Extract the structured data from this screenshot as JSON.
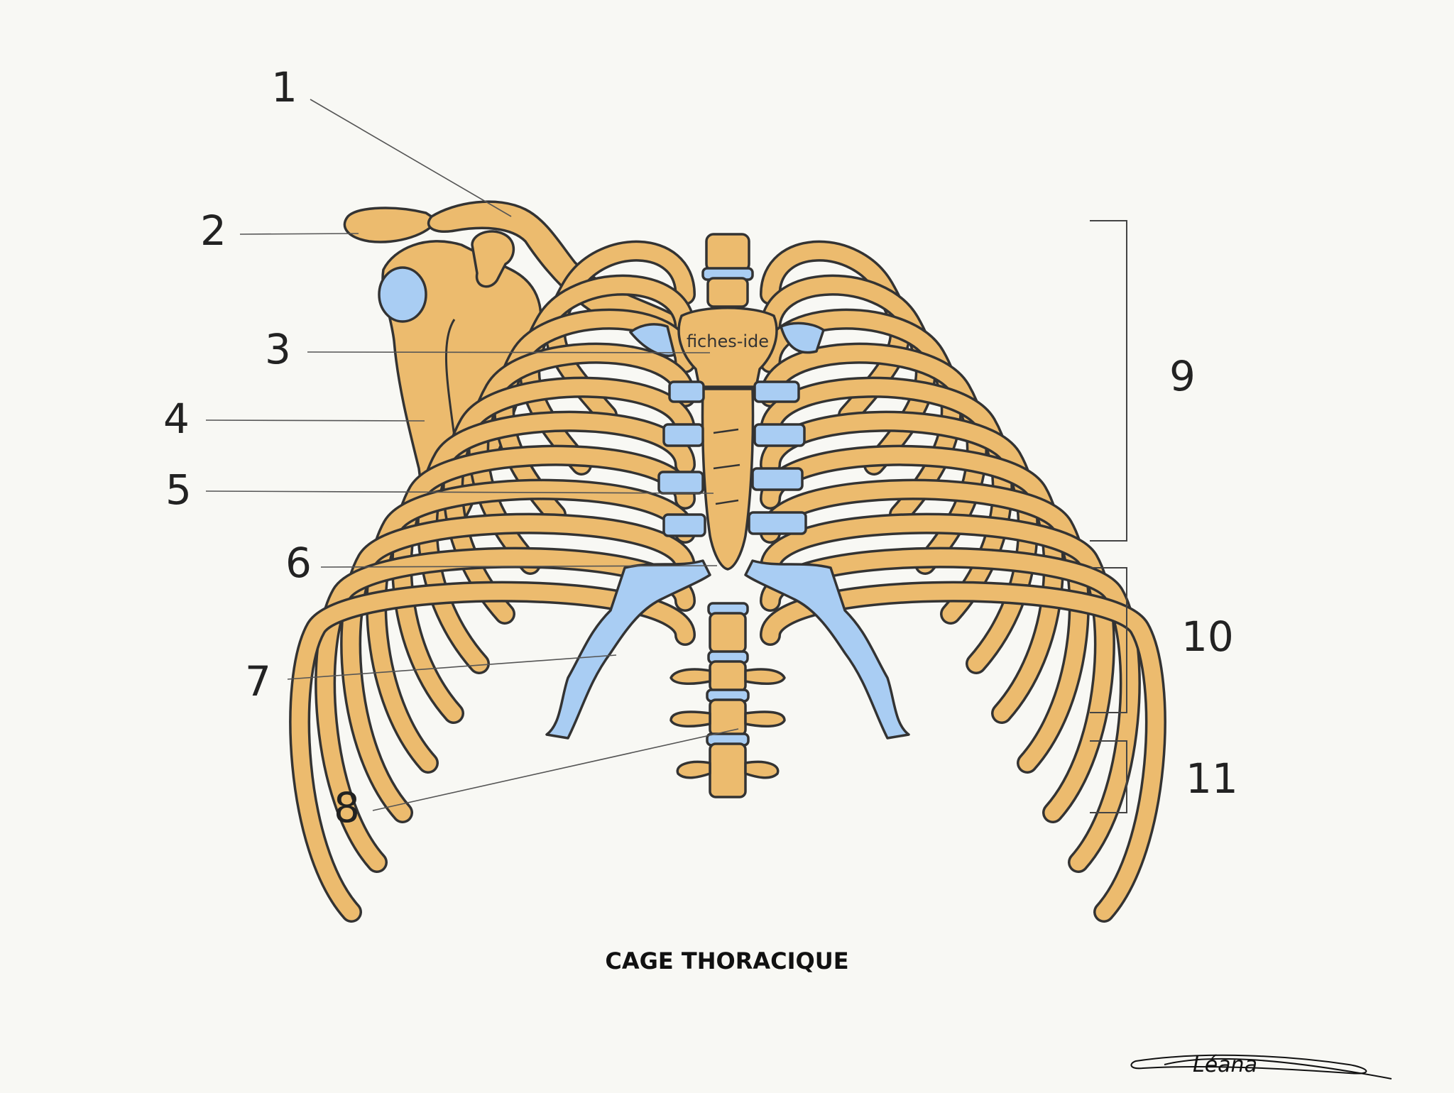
{
  "diagram": {
    "title": "CAGE THORACIQUE",
    "watermark": "fiches-ide",
    "signature": "Léana",
    "colors": {
      "bone": "#ecbb6e",
      "cartilage": "#a9cdf3",
      "outline": "#333333",
      "background": "#f8f8f4"
    },
    "labels": [
      "1",
      "2",
      "3",
      "4",
      "5",
      "6",
      "7",
      "8"
    ],
    "brackets": [
      "9",
      "10",
      "11"
    ]
  }
}
